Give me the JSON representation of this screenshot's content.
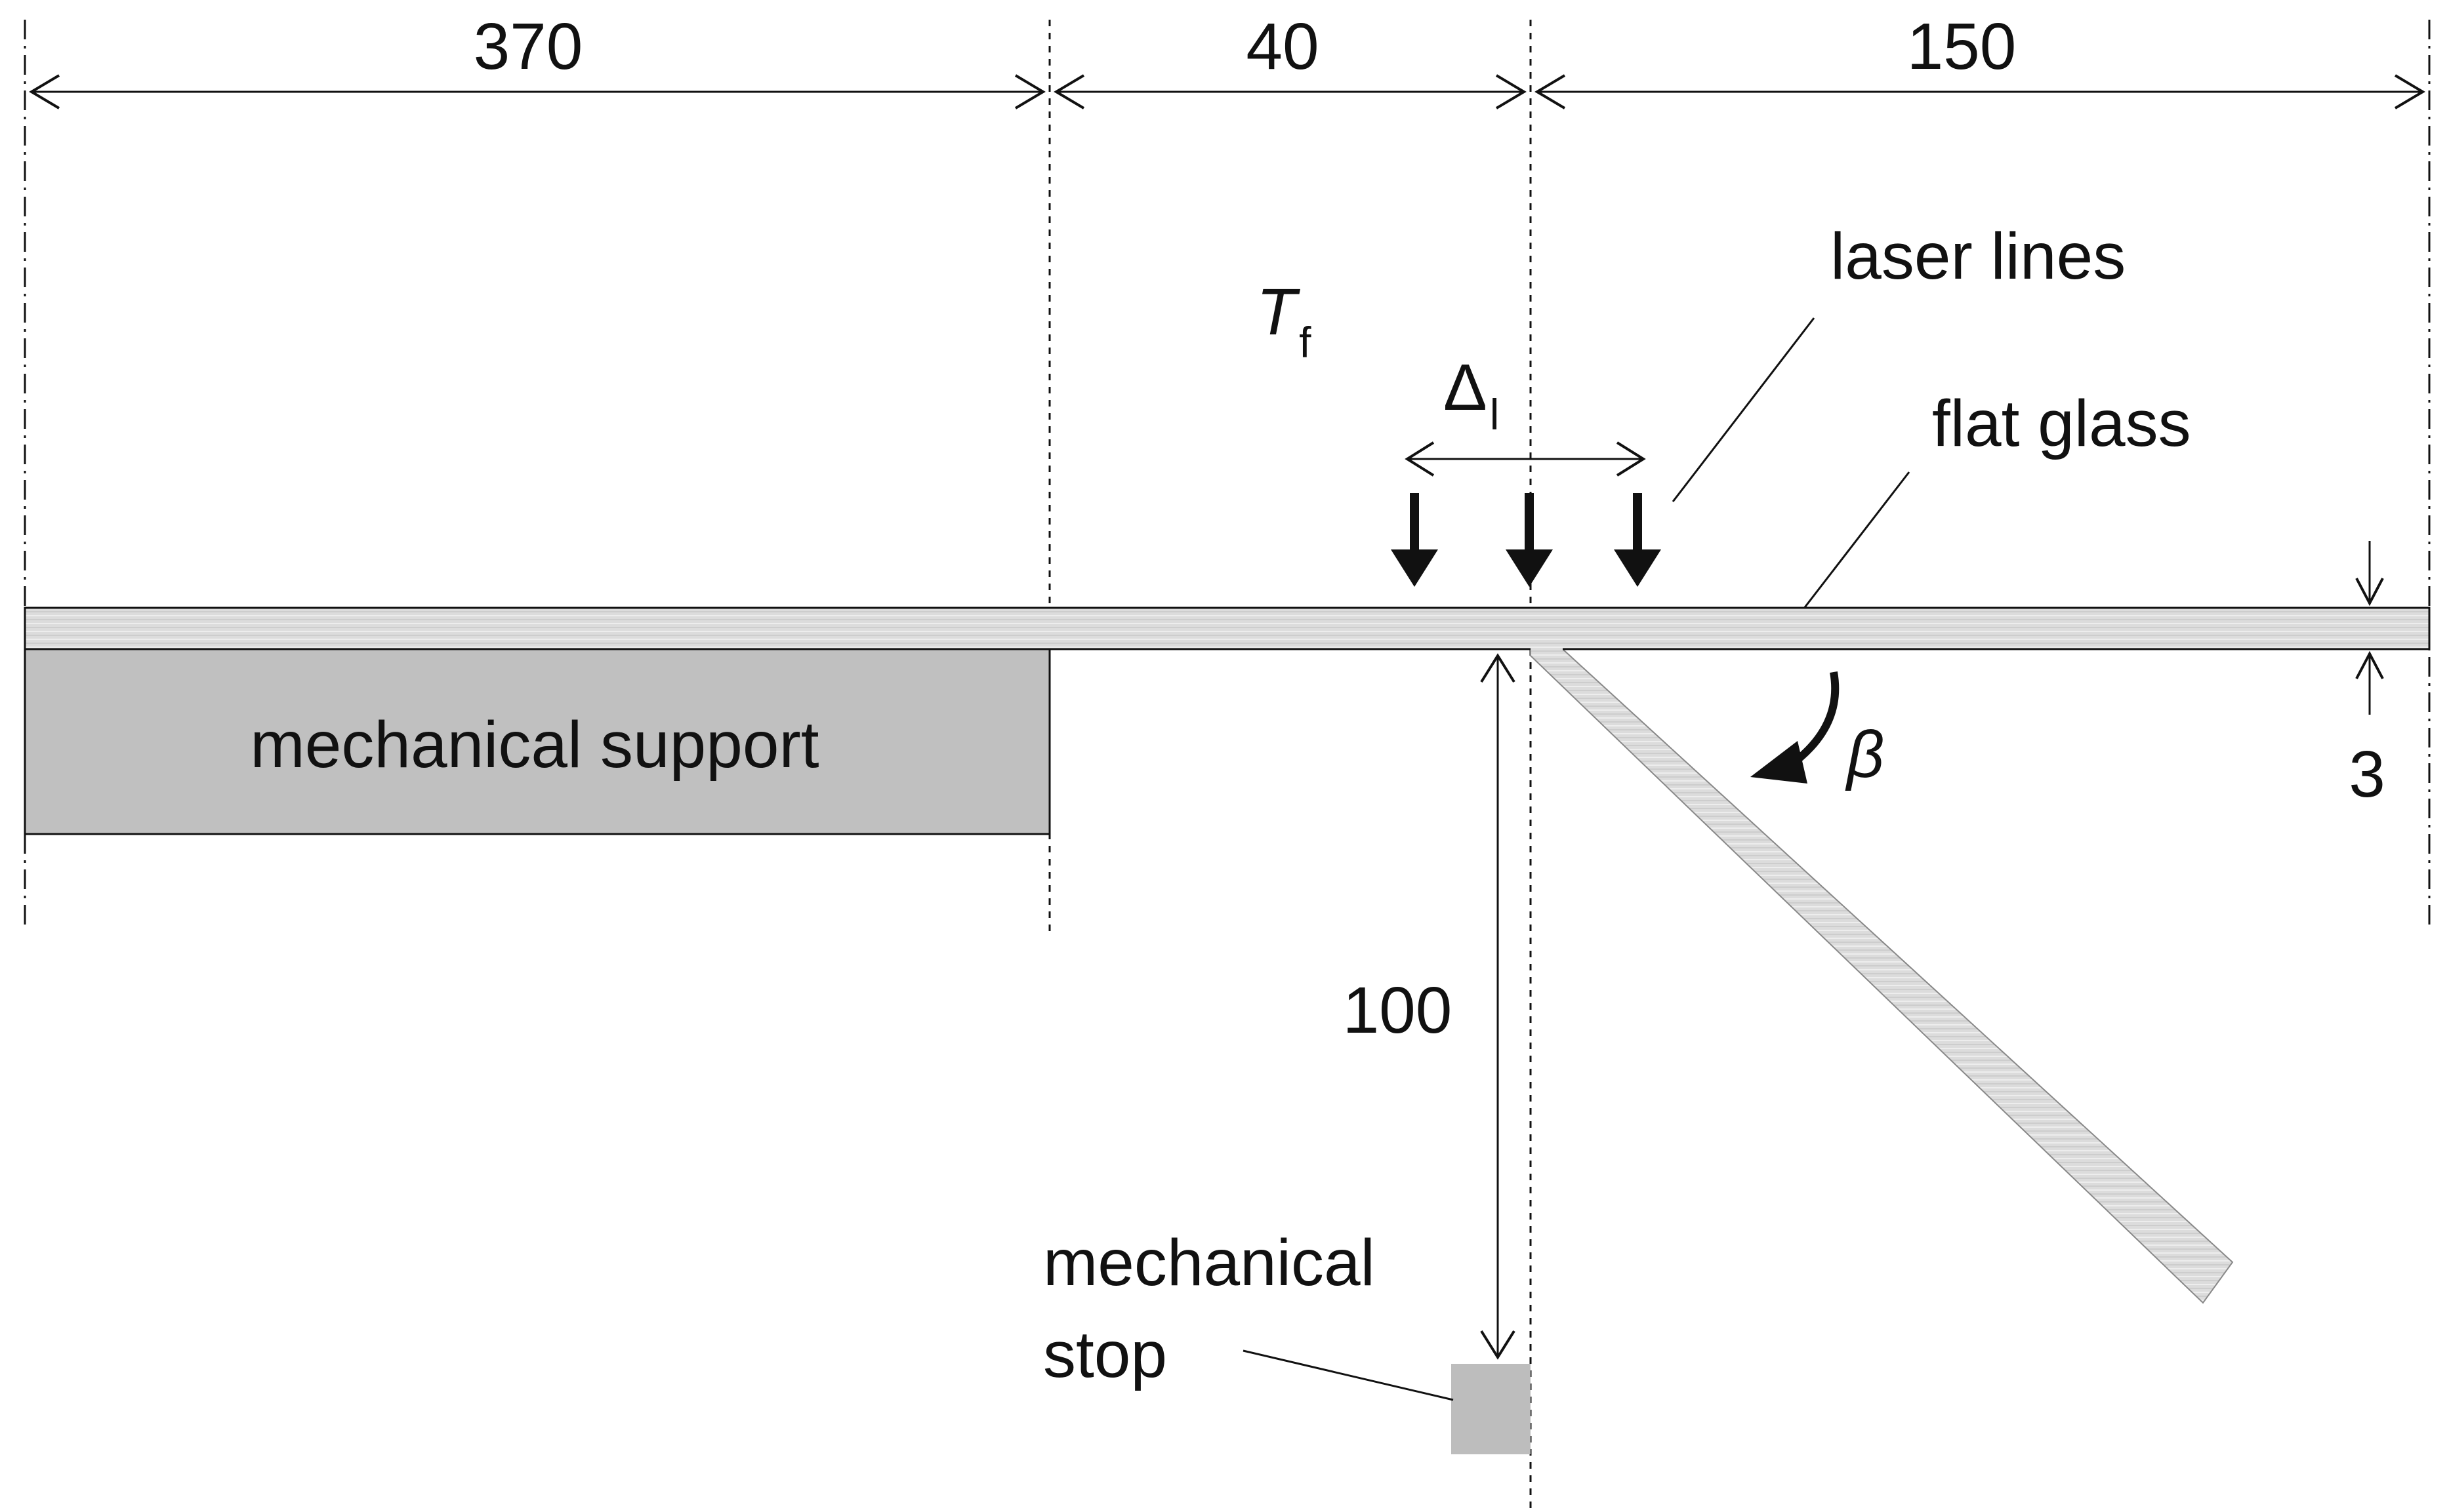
{
  "dimensions": {
    "support_length": "370",
    "gap_length": "40",
    "overhang_length": "150",
    "drop_height": "100",
    "glass_thickness": "3"
  },
  "labels": {
    "temperature_symbol": "T",
    "temperature_subscript": "f",
    "laser_spacing_symbol": "Δ",
    "laser_spacing_subscript": "l",
    "laser_lines": "laser lines",
    "flat_glass": "flat glass",
    "angle_symbol": "β",
    "mechanical_support": "mechanical support",
    "mechanical_stop_line1": "mechanical",
    "mechanical_stop_line2": "stop"
  },
  "colors": {
    "glass_fill": "#dcdcdc",
    "support_fill": "#c0c0c0",
    "stop_fill": "#bdbdbd",
    "line": "#111111"
  }
}
